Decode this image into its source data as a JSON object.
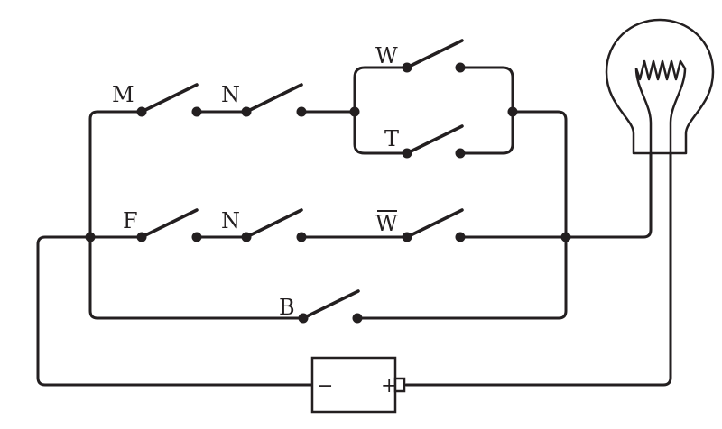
{
  "switches": {
    "m": "M",
    "n_top": "N",
    "w_top": "W",
    "t": "T",
    "f": "F",
    "n_mid": "N",
    "w_bar": "W",
    "b": "B"
  },
  "battery": {
    "minus": "−",
    "plus": "+"
  },
  "icons": {
    "bulb": "light-bulb-icon",
    "battery": "battery-icon"
  },
  "colors": {
    "ink": "#231f20",
    "background": "#ffffff"
  }
}
